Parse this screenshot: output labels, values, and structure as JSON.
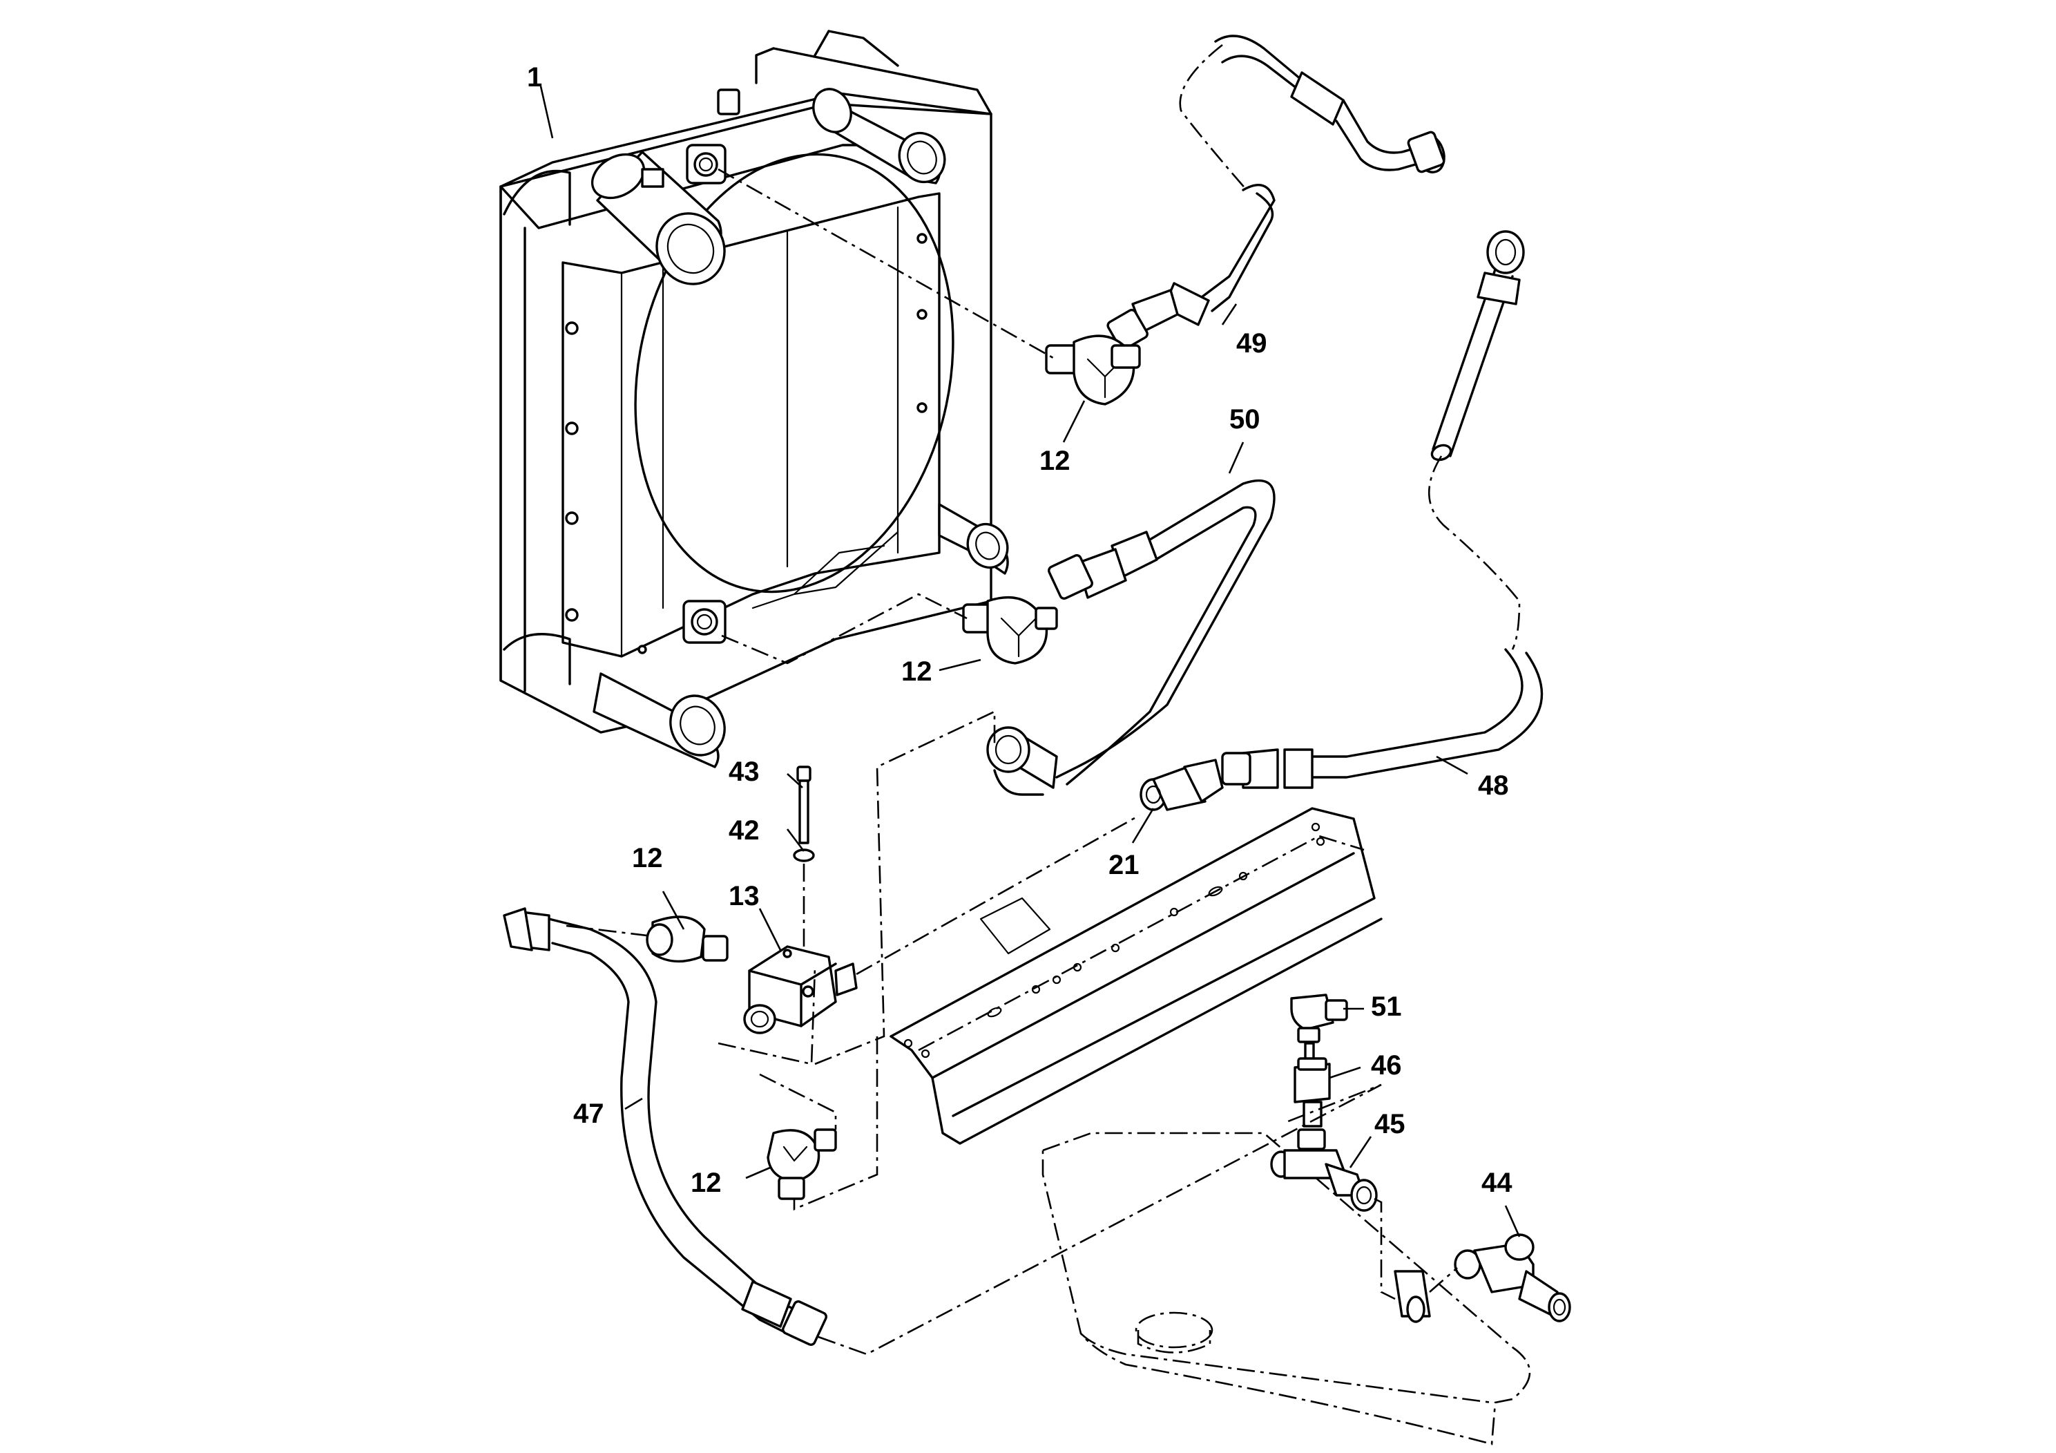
{
  "callouts": {
    "radiator": "1",
    "elbow_top": "12",
    "elbow_middle": "12",
    "elbow_block": "12",
    "elbow_bottom": "12",
    "block": "13",
    "connector_21": "21",
    "washer": "42",
    "bolt": "43",
    "tee_44": "44",
    "tee_45": "45",
    "adapter_46": "46",
    "hose_47": "47",
    "hose_48": "48",
    "hose_49": "49",
    "hose_50": "50",
    "elbow_51": "51"
  }
}
